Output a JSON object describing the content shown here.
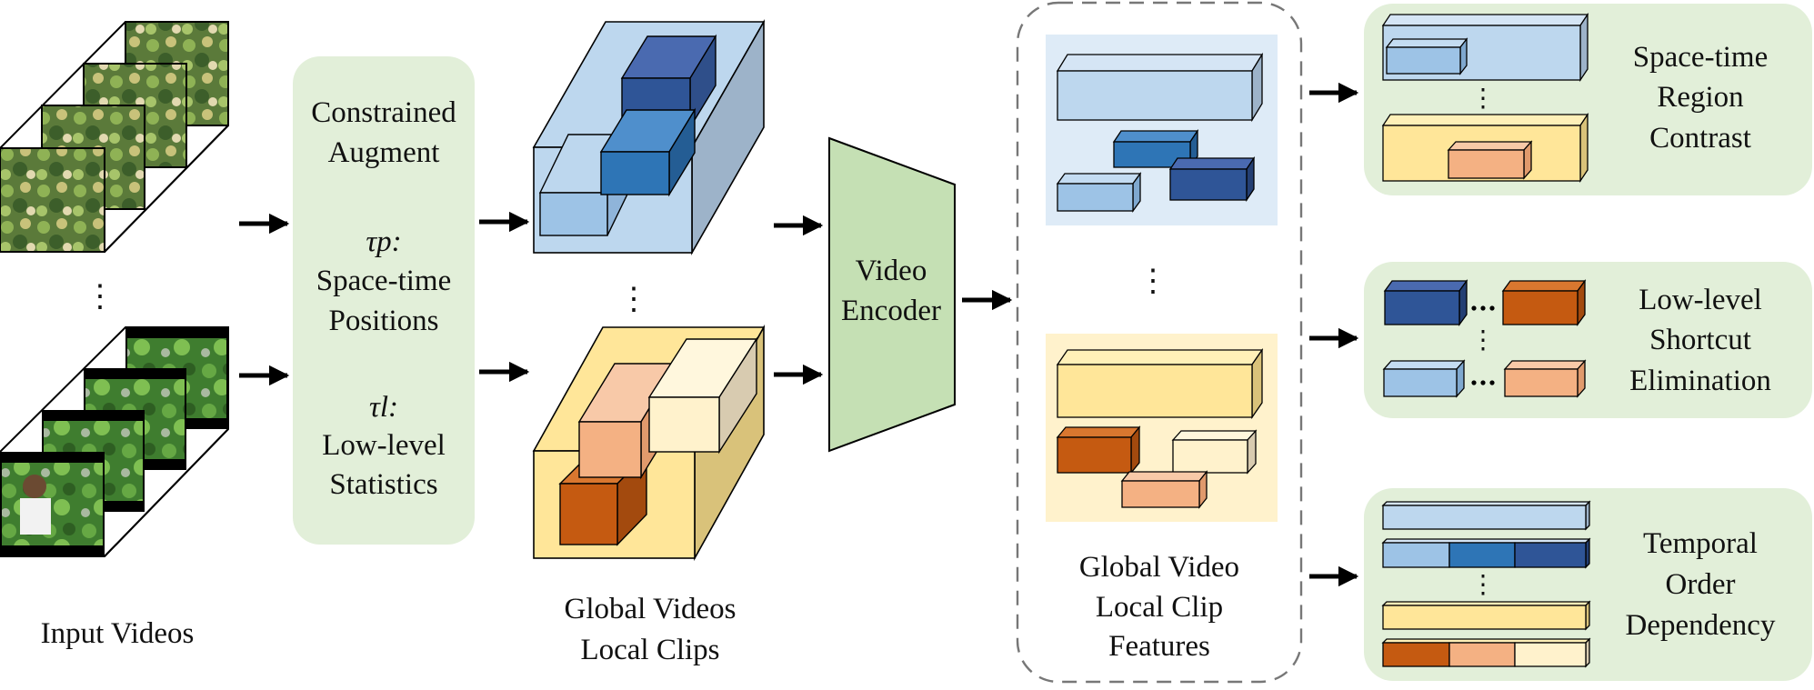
{
  "input_videos": {
    "label": "Input Videos",
    "ellipsis": "⋮"
  },
  "augment": {
    "title_line1": "Constrained",
    "title_line2": "Augment",
    "tau_p": "τp:",
    "tau_p_line1": "Space-time",
    "tau_p_line2": "Positions",
    "tau_l": "τl:",
    "tau_l_line1": "Low-level",
    "tau_l_line2": "Statistics"
  },
  "clips": {
    "label_line1": "Global Videos",
    "label_line2": "Local Clips",
    "ellipsis": "⋮"
  },
  "encoder": {
    "line1": "Video",
    "line2": "Encoder"
  },
  "features": {
    "label_line1": "Global Video",
    "label_line2": "Local Clip",
    "label_line3": "Features",
    "ellipsis": "⋮"
  },
  "tasks": [
    {
      "line1": "Space-time",
      "line2": "Region",
      "line3": "Contrast"
    },
    {
      "line1": "Low-level",
      "line2": "Shortcut",
      "line3": "Elimination"
    },
    {
      "line1": "Temporal",
      "line2": "Order",
      "line3": "Dependency"
    }
  ],
  "colors": {
    "green_panel": "#e2efd9",
    "encoder": "#c5e0b4",
    "blue_light": "#bdd7ee",
    "blue_mid": "#9dc3e6",
    "blue_dark": "#2e75b6",
    "blue_navy": "#2f5597",
    "yellow_light": "#ffe699",
    "orange_dark": "#c55a11",
    "orange_light": "#f4b183",
    "cream": "#fff2cc"
  }
}
